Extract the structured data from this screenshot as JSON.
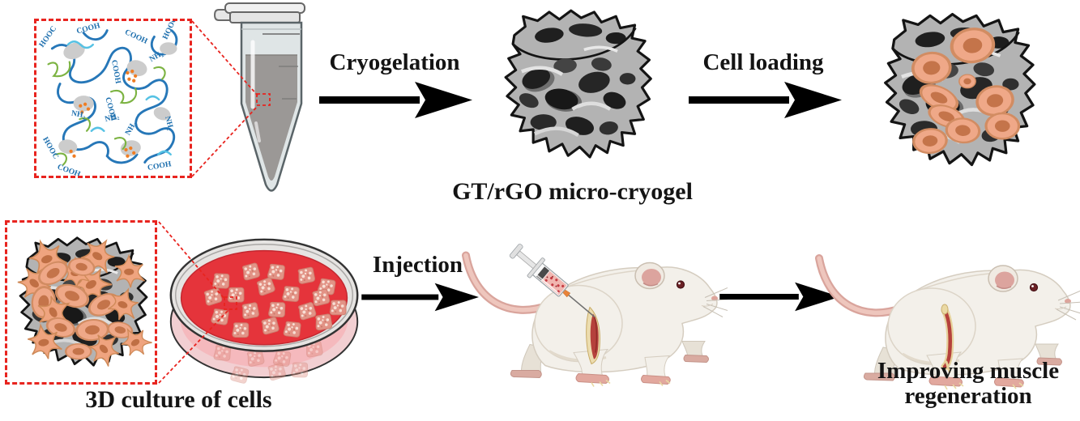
{
  "figure": {
    "steps": {
      "cryogelation": "Cryogelation",
      "cell_loading": "Cell loading",
      "injection": "Injection"
    },
    "captions": {
      "micro_cryogel": "GT/rGO micro-cryogel",
      "culture_3d": "3D culture of cells",
      "outcome_line1": "Improving muscle",
      "outcome_line2": "regeneration"
    },
    "molecule": {
      "labels": {
        "cooh": "COOH",
        "hooc": "HOOC",
        "nh2": "NH₂"
      }
    },
    "colors": {
      "callout_red": "#e8241f",
      "arrow_black": "#000000",
      "text_black": "#141414",
      "blue_chain": "#2677b8",
      "green_chain": "#7cb342",
      "cyan_chain": "#56c2e4",
      "gray_sheet": "#cccccc",
      "orange_dot": "#ef7d24",
      "scaffold_gray": "#b3b3b3",
      "cell_salmon": "#efa888",
      "cell_nucleus": "#c4744a",
      "medium_red": "#e5343b",
      "mouse_fur": "#f3f0ea",
      "mouse_pink": "#e2a89e"
    }
  }
}
